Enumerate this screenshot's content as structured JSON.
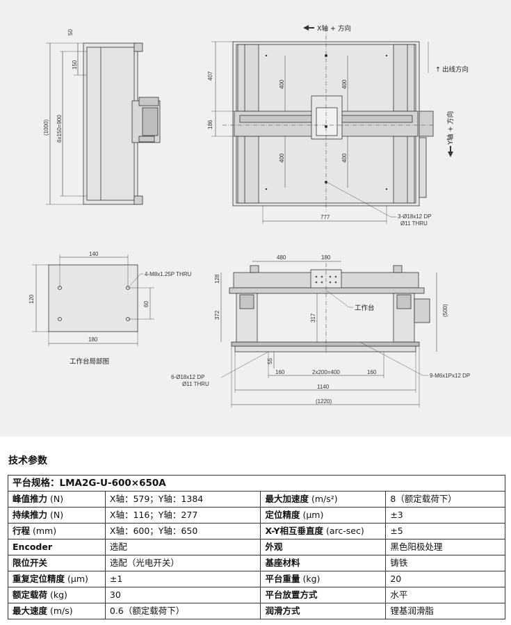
{
  "drawing": {
    "x_axis_direction": "X轴 + 方向",
    "y_axis_direction": "Y轴 + 方向",
    "cable_direction": "出线方向",
    "worktable_label": "工作台",
    "worktable_detail_title": "工作台局部图",
    "side_view_dims": {
      "d50": "50",
      "d150": "150",
      "d1000": "(1000)",
      "d6x150": "6x150=900"
    },
    "top_view_dims": {
      "d407": "407",
      "d186": "186",
      "d400_tl": "400",
      "d400_tr": "400",
      "d400_bl": "400",
      "d400_br": "400",
      "d777": "777"
    },
    "top_view_notes": {
      "hole_spec_1": "3-Ø18x12 DP",
      "hole_spec_2": "Ø11 THRU"
    },
    "detail_dims": {
      "d140": "140",
      "d120": "120",
      "d60": "60",
      "d180": "180",
      "thread_note": "4-M8x1.25P THRU"
    },
    "front_view_dims": {
      "d480": "480",
      "d180": "180",
      "d128": "128",
      "d372": "372",
      "d317": "317",
      "d55": "55",
      "d500": "(500)",
      "d160_left": "160",
      "d2x200": "2x200=400",
      "d160_right": "160",
      "d1140": "1140",
      "d1220": "(1220)"
    },
    "front_view_notes": {
      "left_holes_1": "6-Ø18x12 DP",
      "left_holes_2": "Ø11 THRU",
      "right_holes": "9-M6x1Px12 DP"
    }
  },
  "section_title": "技术参数",
  "spec_table": {
    "header_label": "平台规格：",
    "model": "LMA2G-U-600×650A",
    "rows": [
      {
        "k1": "峰值推力",
        "u1": " (N)",
        "v1": "X轴：579；Y轴：1384",
        "k2": "最大加速度",
        "u2": " (m/s²)",
        "v2": "8（额定载荷下）"
      },
      {
        "k1": "持续推力",
        "u1": " (N)",
        "v1": "X轴：116；Y轴：277",
        "k2": "定位精度",
        "u2": " (μm)",
        "v2": "±3"
      },
      {
        "k1": "行程",
        "u1": " (mm)",
        "v1": "X轴：600；Y轴：650",
        "k2": "X-Y相互垂直度",
        "u2": " (arc-sec)",
        "v2": "±5"
      },
      {
        "k1": "Encoder",
        "u1": "",
        "v1": "选配",
        "k2": "外观",
        "u2": "",
        "v2": "黑色阳极处理"
      },
      {
        "k1": "限位开关",
        "u1": "",
        "v1": "选配（光电开关）",
        "k2": "基座材料",
        "u2": "",
        "v2": "铸铁"
      },
      {
        "k1": "重复定位精度",
        "u1": " (μm)",
        "v1": "±1",
        "k2": "平台重量",
        "u2": " (kg)",
        "v2": "20"
      },
      {
        "k1": "额定载荷",
        "u1": " (kg)",
        "v1": "30",
        "k2": "平台放置方式",
        "u2": "",
        "v2": "水平"
      },
      {
        "k1": "最大速度",
        "u1": " (m/s)",
        "v1": "0.6（额定载荷下）",
        "k2": "润滑方式",
        "u2": "",
        "v2": "锂基润滑脂"
      }
    ]
  }
}
